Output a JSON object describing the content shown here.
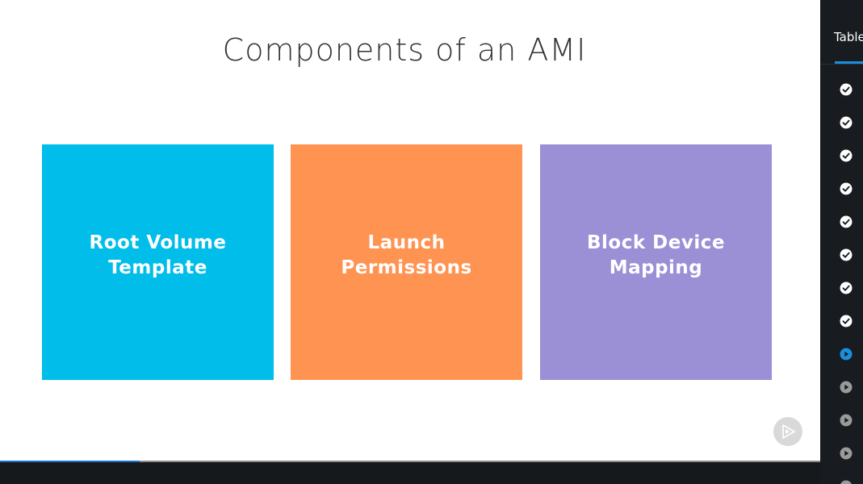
{
  "slide": {
    "title": "Components of an AMI",
    "cards": [
      {
        "label": "Root Volume\nTemplate",
        "color": "#00bde9"
      },
      {
        "label": "Launch\nPermissions",
        "color": "#ff9352"
      },
      {
        "label": "Block Device\nMapping",
        "color": "#9b8fd5"
      }
    ]
  },
  "player": {
    "progress_fraction": 0.17,
    "watermark_icon": "pluralsight-play-icon"
  },
  "sidebar": {
    "tab_label": "Table of contents",
    "accent_color": "#1a8fe0",
    "clips": [
      {
        "status": "completed",
        "icon": "check-circle-icon"
      },
      {
        "status": "completed",
        "icon": "check-circle-icon"
      },
      {
        "status": "completed",
        "icon": "check-circle-icon"
      },
      {
        "status": "completed",
        "icon": "check-circle-icon"
      },
      {
        "status": "completed",
        "icon": "check-circle-icon"
      },
      {
        "status": "completed",
        "icon": "check-circle-icon"
      },
      {
        "status": "completed",
        "icon": "check-circle-icon"
      },
      {
        "status": "completed",
        "icon": "check-circle-icon"
      },
      {
        "status": "playing",
        "icon": "play-circle-icon"
      },
      {
        "status": "unwatched",
        "icon": "play-circle-icon"
      },
      {
        "status": "unwatched",
        "icon": "play-circle-icon"
      },
      {
        "status": "unwatched",
        "icon": "play-circle-icon"
      },
      {
        "status": "unwatched",
        "icon": "play-circle-icon"
      }
    ]
  }
}
